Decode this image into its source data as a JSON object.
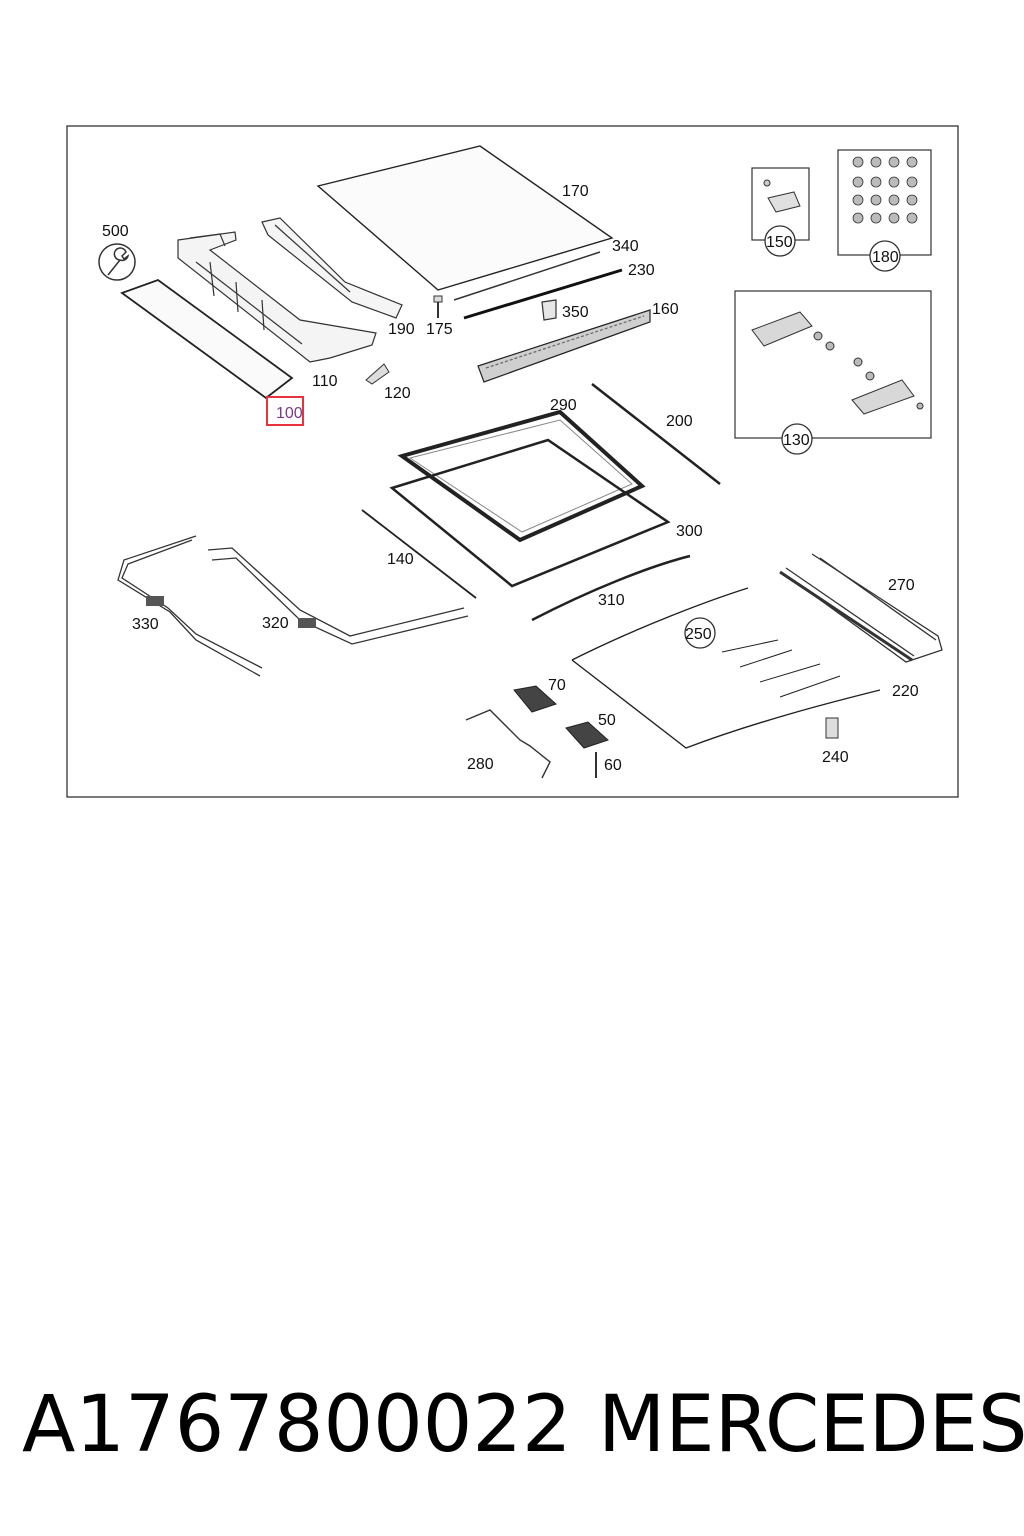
{
  "diagram": {
    "highlight_color": "#e8323c",
    "callouts": {
      "c500": "500",
      "c100": "100",
      "c110": "110",
      "c120": "120",
      "c190": "190",
      "c175": "175",
      "c170": "170",
      "c340": "340",
      "c230": "230",
      "c350": "350",
      "c160": "160",
      "c150": "150",
      "c180": "180",
      "c130": "130",
      "c290": "290",
      "c200": "200",
      "c300": "300",
      "c140": "140",
      "c310": "310",
      "c330": "330",
      "c320": "320",
      "c270": "270",
      "c250": "250",
      "c220": "220",
      "c70": "70",
      "c50": "50",
      "c60": "60",
      "c280": "280",
      "c240": "240"
    }
  },
  "caption": {
    "part_number": "A1767800022",
    "brand": "MERCEDES"
  }
}
